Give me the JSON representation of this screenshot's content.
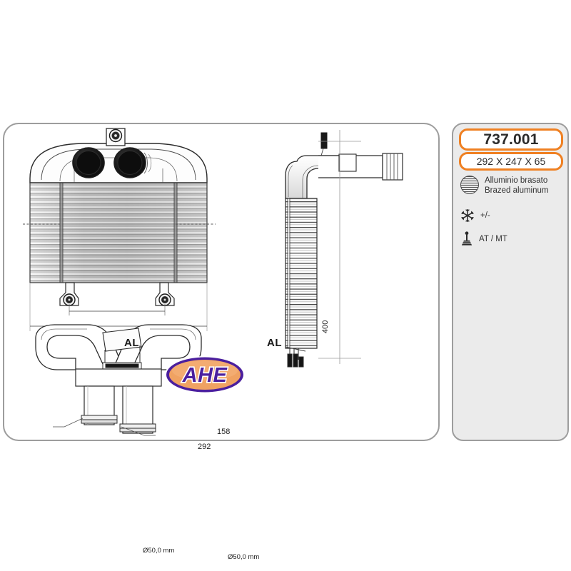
{
  "product": {
    "part_number": "737.001",
    "dimensions": "292 X 247 X 65",
    "material": {
      "icon": "brazed-aluminum-core-icon",
      "line_it": "Alluminio brasato",
      "line_en": "Brazed aluminum"
    },
    "refrigerant": {
      "icon": "snowflake-icon",
      "value": "+/-"
    },
    "transmission": {
      "icon": "gear-shift-icon",
      "value": "AT / MT"
    }
  },
  "drawing": {
    "brand_logo": "AHE",
    "brand_colors": {
      "ellipse_fill": "#f0a262",
      "ellipse_border": "#4b1f9e",
      "text_fill": "#4b1f9e",
      "text_outline": "#ffffff"
    },
    "accent_color": "#ef8022",
    "border_color": "#9d9d9d",
    "panel_background": "#ebebeb",
    "side_markers": {
      "left": "AL",
      "right": "AL"
    },
    "dimensions": {
      "mounting_width": "158",
      "overall_width": "292",
      "overall_height": "400"
    },
    "ports": {
      "left": "Ø50,0 mm",
      "right": "Ø50,0 mm"
    }
  }
}
